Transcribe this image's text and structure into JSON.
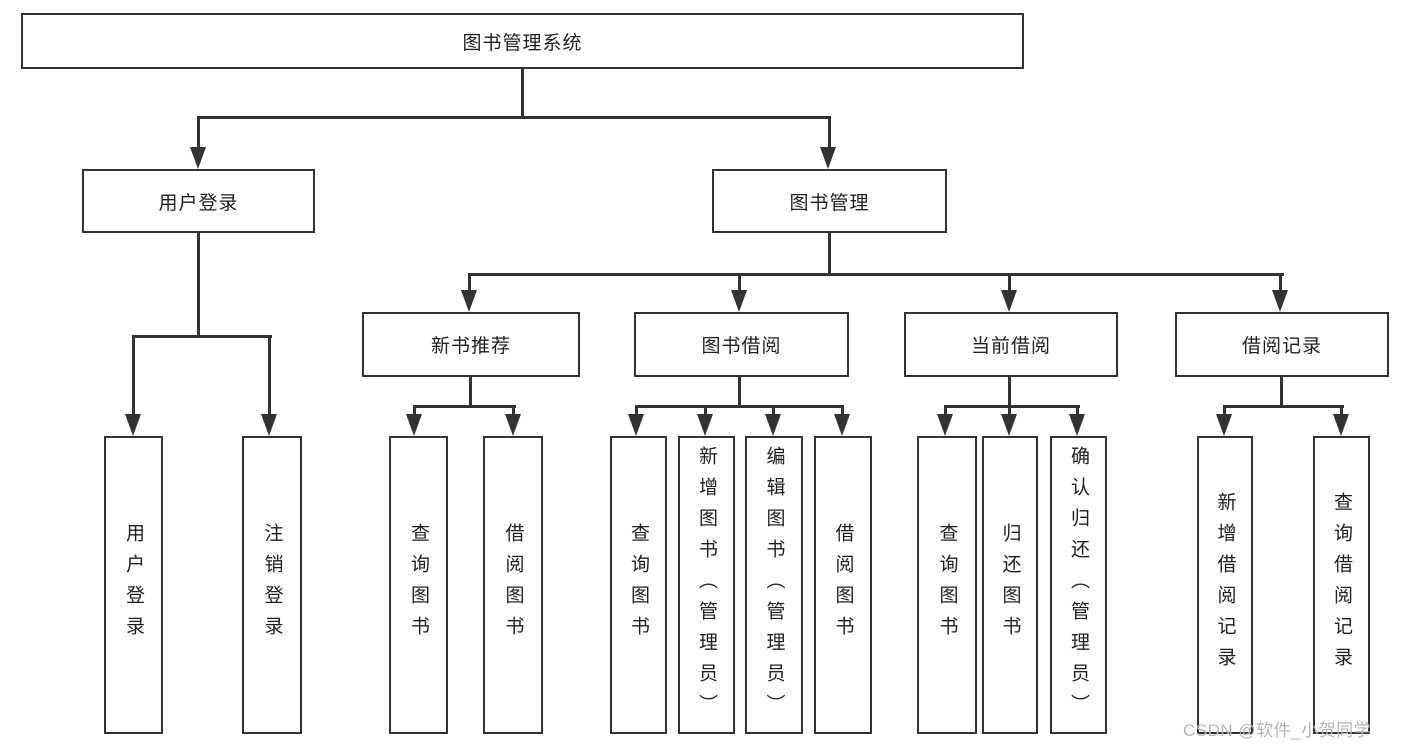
{
  "diagram_title": "图书管理系统",
  "diagram_type": "tree",
  "colors": {
    "line": "#333333",
    "node_border": "#333333",
    "node_fill": "#ffffff",
    "text": "#1f1f1f",
    "watermark": "#b5b5b5",
    "background": "#ffffff"
  },
  "nodes": {
    "root": "图书管理系统",
    "l2": [
      "用户登录",
      "图书管理"
    ],
    "l3": [
      "新书推荐",
      "图书借阅",
      "当前借阅",
      "借阅记录"
    ],
    "l4": [
      "用户登录",
      "注销登录",
      "查询图书",
      "借阅图书",
      "查询图书",
      "新增图书（管理员）",
      "编辑图书（管理员）",
      "借阅图书",
      "查询图书",
      "归还图书",
      "确认归还（管理员）",
      "新增借阅记录",
      "查询借阅记录"
    ]
  },
  "edges": [
    {
      "from": "图书管理系统",
      "to": [
        "用户登录",
        "图书管理"
      ]
    },
    {
      "from": "用户登录",
      "to": [
        "用户登录",
        "注销登录"
      ]
    },
    {
      "from": "图书管理",
      "to": [
        "新书推荐",
        "图书借阅",
        "当前借阅",
        "借阅记录"
      ]
    },
    {
      "from": "新书推荐",
      "to": [
        "查询图书",
        "借阅图书"
      ]
    },
    {
      "from": "图书借阅",
      "to": [
        "查询图书",
        "新增图书（管理员）",
        "编辑图书（管理员）",
        "借阅图书"
      ]
    },
    {
      "from": "当前借阅",
      "to": [
        "查询图书",
        "归还图书",
        "确认归还（管理员）"
      ]
    },
    {
      "from": "借阅记录",
      "to": [
        "新增借阅记录",
        "查询借阅记录"
      ]
    }
  ],
  "watermark": "CSDN @软件_小贺同学"
}
